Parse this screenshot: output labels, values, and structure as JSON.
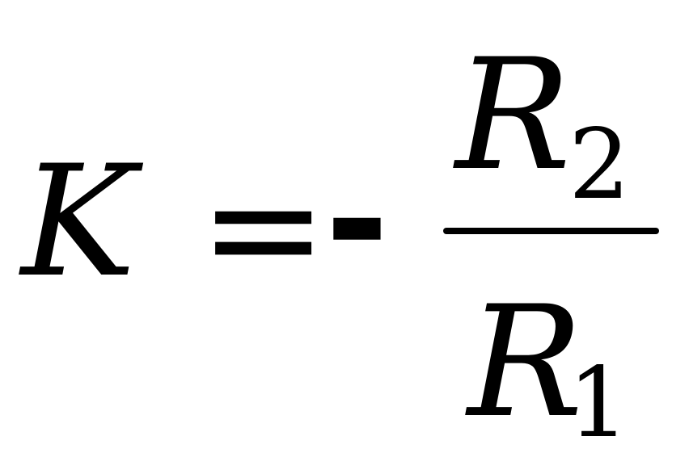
{
  "equation": {
    "lhs": "K",
    "equals": "=",
    "minus": "-",
    "numerator": {
      "symbol": "R",
      "subscript": "2"
    },
    "denominator": {
      "symbol": "R",
      "subscript": "1"
    }
  }
}
